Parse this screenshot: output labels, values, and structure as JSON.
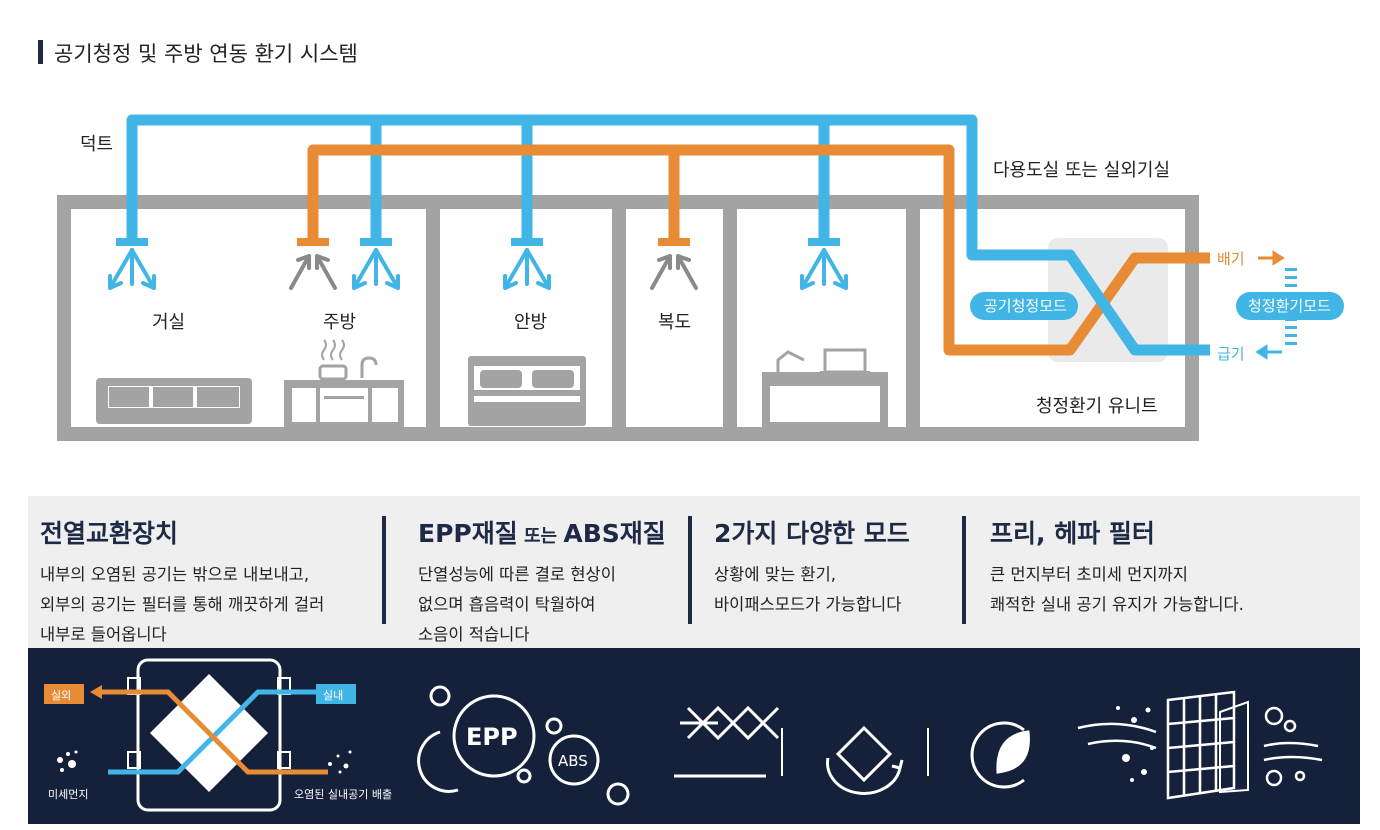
{
  "title": "공기청정 및 주방 연동 환기 시스템",
  "diagram": {
    "duct_label": "덕트",
    "utility_room": "다용도실 또는 실외기실",
    "rooms": [
      "거실",
      "주방",
      "안방",
      "복도"
    ],
    "unit_label": "청정환기 유니트",
    "exhaust": "배기",
    "supply": "급기",
    "mode_left": "공기청정모드",
    "mode_right": "청정환기모드"
  },
  "colors": {
    "blue": "#41b6e6",
    "orange": "#e88b35",
    "wall": "#a3a3a3",
    "navy": "#15203a"
  },
  "features": [
    {
      "title": "전열교환장치",
      "lines": [
        "내부의 오염된 공기는 밖으로 내보내고,",
        "외부의 공기는 필터를 통해 깨끗하게 걸러",
        "내부로 들어옵니다"
      ]
    },
    {
      "title_a": "EPP재질",
      "title_b": " 또는 ",
      "title_c": "ABS재질",
      "lines": [
        "단열성능에 따른 결로 현상이",
        "없으며 흡음력이 탁월하여",
        "소음이 적습니다"
      ]
    },
    {
      "title": "2가지 다양한 모드",
      "lines": [
        "상황에 맞는 환기,",
        "바이패스모드가 가능합니다"
      ]
    },
    {
      "title": "프리, 헤파 필터",
      "lines": [
        "큰 먼지부터 초미세 먼지까지",
        "쾌적한 실내 공기 유지가 가능합니다."
      ]
    }
  ],
  "icons": {
    "outdoor": "실외",
    "indoor": "실내",
    "fine_dust": "미세먼지",
    "exhaust_note": "오염된 실내공기 배출",
    "epp": "EPP",
    "abs": "ABS"
  }
}
